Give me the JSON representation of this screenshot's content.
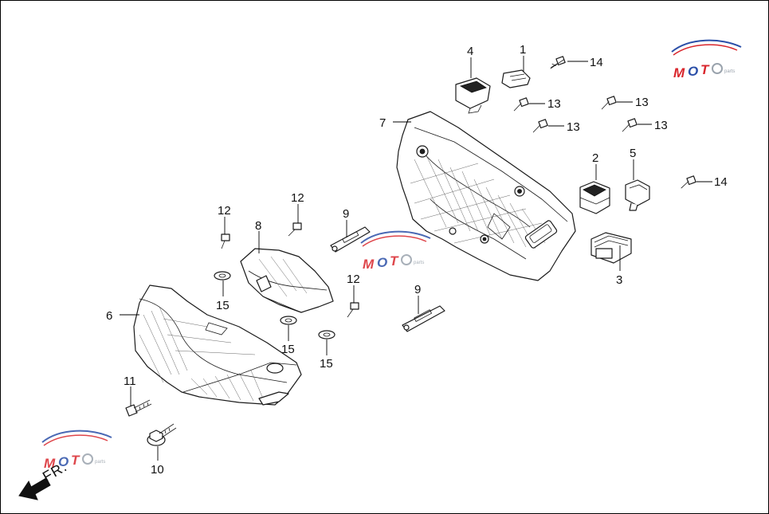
{
  "diagram": {
    "direction_label": "FR.",
    "watermark": {
      "text": "MOTO",
      "sub": "parts",
      "colors": {
        "red": "#d9262c",
        "blue": "#2b4fa8",
        "gray": "#9aa3ad"
      }
    },
    "callouts": [
      {
        "id": "1",
        "part": "switch-1"
      },
      {
        "id": "2",
        "part": "switch-2"
      },
      {
        "id": "3",
        "part": "switch-3"
      },
      {
        "id": "4",
        "part": "switch-4"
      },
      {
        "id": "5",
        "part": "switch-5"
      },
      {
        "id": "6",
        "part": "front-handle-cover"
      },
      {
        "id": "7",
        "part": "rear-handle-cover"
      },
      {
        "id": "8",
        "part": "meter-cover"
      },
      {
        "id": "9",
        "part": "bracket"
      },
      {
        "id": "10",
        "part": "flange-bolt"
      },
      {
        "id": "11",
        "part": "bolt"
      },
      {
        "id": "12",
        "part": "screw"
      },
      {
        "id": "13",
        "part": "tapping-screw"
      },
      {
        "id": "14",
        "part": "tapping-screw"
      },
      {
        "id": "15",
        "part": "washer"
      }
    ]
  }
}
